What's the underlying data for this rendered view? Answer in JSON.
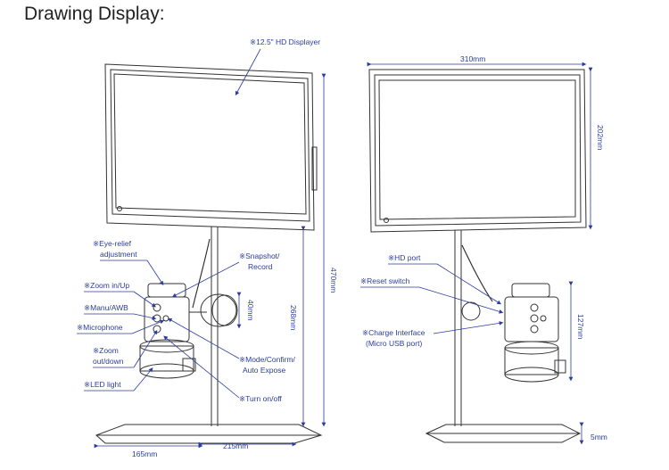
{
  "header": {
    "title": "Drawing Display:"
  },
  "front": {
    "labels": {
      "displayer": "※12.5\" HD Displayer",
      "eye_relief_1": "※Eye-relief",
      "eye_relief_2": "adjustment",
      "zoom_in": "※Zoom in/Up",
      "manu_awb": "※Manu/AWB",
      "microphone": "※Microphone",
      "zoom_out_1": "※Zoom",
      "zoom_out_2": "out/down",
      "led_light": "※LED light",
      "snapshot_1": "※Snapshot/",
      "snapshot_2": "Record",
      "mode_1": "※Mode/Confirm/",
      "mode_2": "Auto Expose",
      "turn_on": "※Turn on/off"
    },
    "dims": {
      "height_470": "470mm",
      "height_268": "268mm",
      "knob_40": "40mm",
      "base_165": "165mm",
      "base_215": "215mm"
    }
  },
  "side": {
    "labels": {
      "hd_port": "※HD      port",
      "reset": "※Reset switch",
      "charge_1": "※Charge Interface",
      "charge_2": "(Micro USB port)"
    },
    "dims": {
      "width_310": "310mm",
      "height_202": "202mm",
      "height_127": "127mm",
      "base_5": "5mm"
    }
  }
}
